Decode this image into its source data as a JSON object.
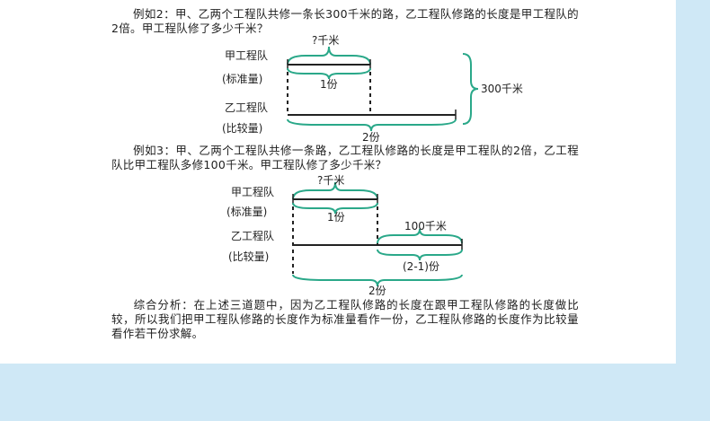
{
  "example2": {
    "text": "例如2：甲、乙两个工程队共修一条长300千米的路，乙工程队修路的长度是甲工程队的2倍。甲工程队修了多少千米？",
    "label_a_line1": "甲工程队",
    "label_a_line2": "(标准量)",
    "label_b_line1": "乙工程队",
    "label_b_line2": "(比较量)",
    "top_brace": "?千米",
    "one_part": "1份",
    "two_parts": "2份",
    "total": "300千米"
  },
  "example3": {
    "text": "例如3：甲、乙两个工程队共修一条路，乙工程队修路的长度是甲工程队的2倍，乙工程队比甲工程队多修100千米。甲工程队修了多少千米？",
    "label_a_line1": "甲工程队",
    "label_a_line2": "(标准量)",
    "label_b_line1": "乙工程队",
    "label_b_line2": "(比较量)",
    "top_brace": "?千米",
    "one_part": "1份",
    "extra": "100千米",
    "extra_parts": "(2-1)份",
    "two_parts": "2份"
  },
  "summary": {
    "text": "综合分析：在上述三道题中，因为乙工程队修路的长度在跟甲工程队修路的长度做比较，所以我们把甲工程队修路的长度作为标准量看作一份，乙工程队修路的长度作为比较量看作若干份求解。"
  },
  "colors": {
    "brace": "#2aa889",
    "line": "#222222",
    "band": "#cfe8f6"
  }
}
